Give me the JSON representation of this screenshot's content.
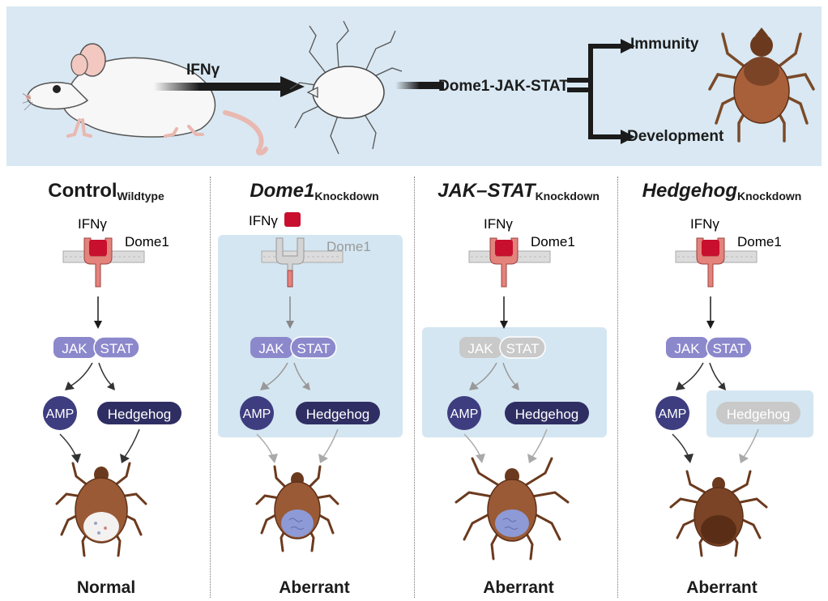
{
  "top": {
    "signal_label": "IFNγ",
    "pathway_label": "Dome1-JAK-STAT",
    "outcome_immunity": "Immunity",
    "outcome_development": "Development"
  },
  "columns": [
    {
      "title": "Control",
      "subtitle": "Wildtype",
      "italic": false,
      "outcome": "Normal"
    },
    {
      "title": "Dome1",
      "subtitle": "Knockdown",
      "italic": true,
      "outcome": "Aberrant"
    },
    {
      "title": "JAK–STAT",
      "subtitle": "Knockdown",
      "italic": true,
      "outcome": "Aberrant"
    },
    {
      "title": "Hedgehog",
      "subtitle": "Knockdown",
      "italic": true,
      "outcome": "Aberrant"
    }
  ],
  "labels": {
    "ifng": "IFNγ",
    "receptor": "Dome1",
    "jak": "JAK",
    "stat": "STAT",
    "amp": "AMP",
    "hedgehog": "Hedgehog"
  },
  "colors": {
    "background_panel": "#d9e8f2",
    "knockdown_shade": "#d4e6f1",
    "jak_stat": "#8c88cc",
    "amp": "#3e3d80",
    "hedgehog": "#2f2e63",
    "ifng": "#c8102e",
    "receptor": "#e3837c",
    "inactive": "#c9c9c9",
    "tick_body": "#8b4a2b"
  },
  "icons": [
    "mouse-illustration",
    "engorged-tick-illustration",
    "adult-tick-illustration",
    "nymph-tick-illustration"
  ]
}
